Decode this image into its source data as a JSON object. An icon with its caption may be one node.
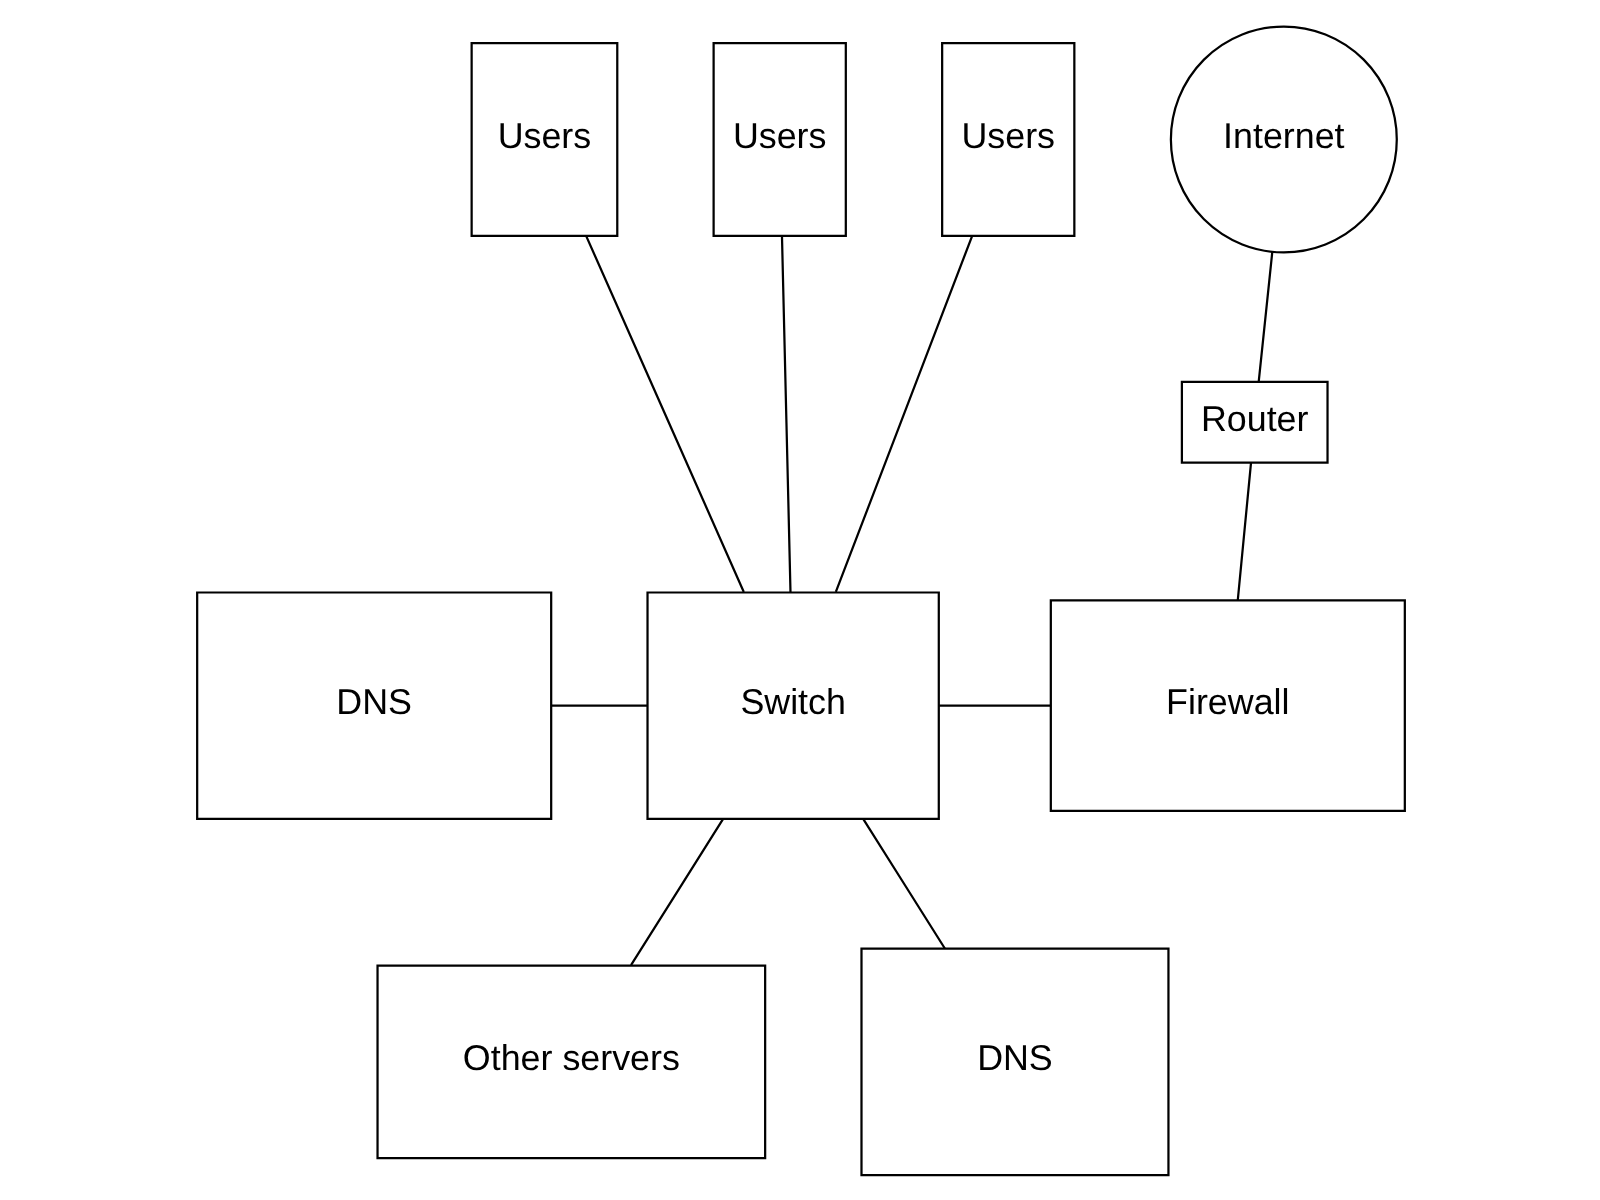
{
  "diagram": {
    "nodes": [
      {
        "text": [
          "Users"
        ]
      },
      {
        "text": [
          "Users"
        ]
      },
      {
        "text": [
          "Users"
        ]
      },
      {
        "text": [
          "Internet"
        ]
      },
      {
        "text": [
          "Router"
        ]
      },
      {
        "text": [
          "DNS"
        ]
      },
      {
        "text": [
          "Switch"
        ]
      },
      {
        "text": [
          "Firewall"
        ]
      },
      {
        "text": [
          "DNS"
        ]
      },
      {
        "text": [
          "Other servers"
        ]
      }
    ],
    "edges": [
      {
        "from": 0,
        "to": 6,
        "arrow": "none"
      },
      {
        "from": 1,
        "to": 6,
        "arrow": "none"
      },
      {
        "from": 2,
        "to": 6,
        "arrow": "none"
      },
      {
        "from": 3,
        "to": 4,
        "arrow": "none"
      },
      {
        "from": 4,
        "to": 7,
        "arrow": "none"
      },
      {
        "from": 5,
        "to": 6,
        "arrow": "none"
      },
      {
        "from": 6,
        "to": 7,
        "arrow": "none"
      },
      {
        "from": 8,
        "to": 6,
        "arrow": "none"
      },
      {
        "from": 6,
        "to": 9,
        "arrow": "none"
      }
    ]
  }
}
